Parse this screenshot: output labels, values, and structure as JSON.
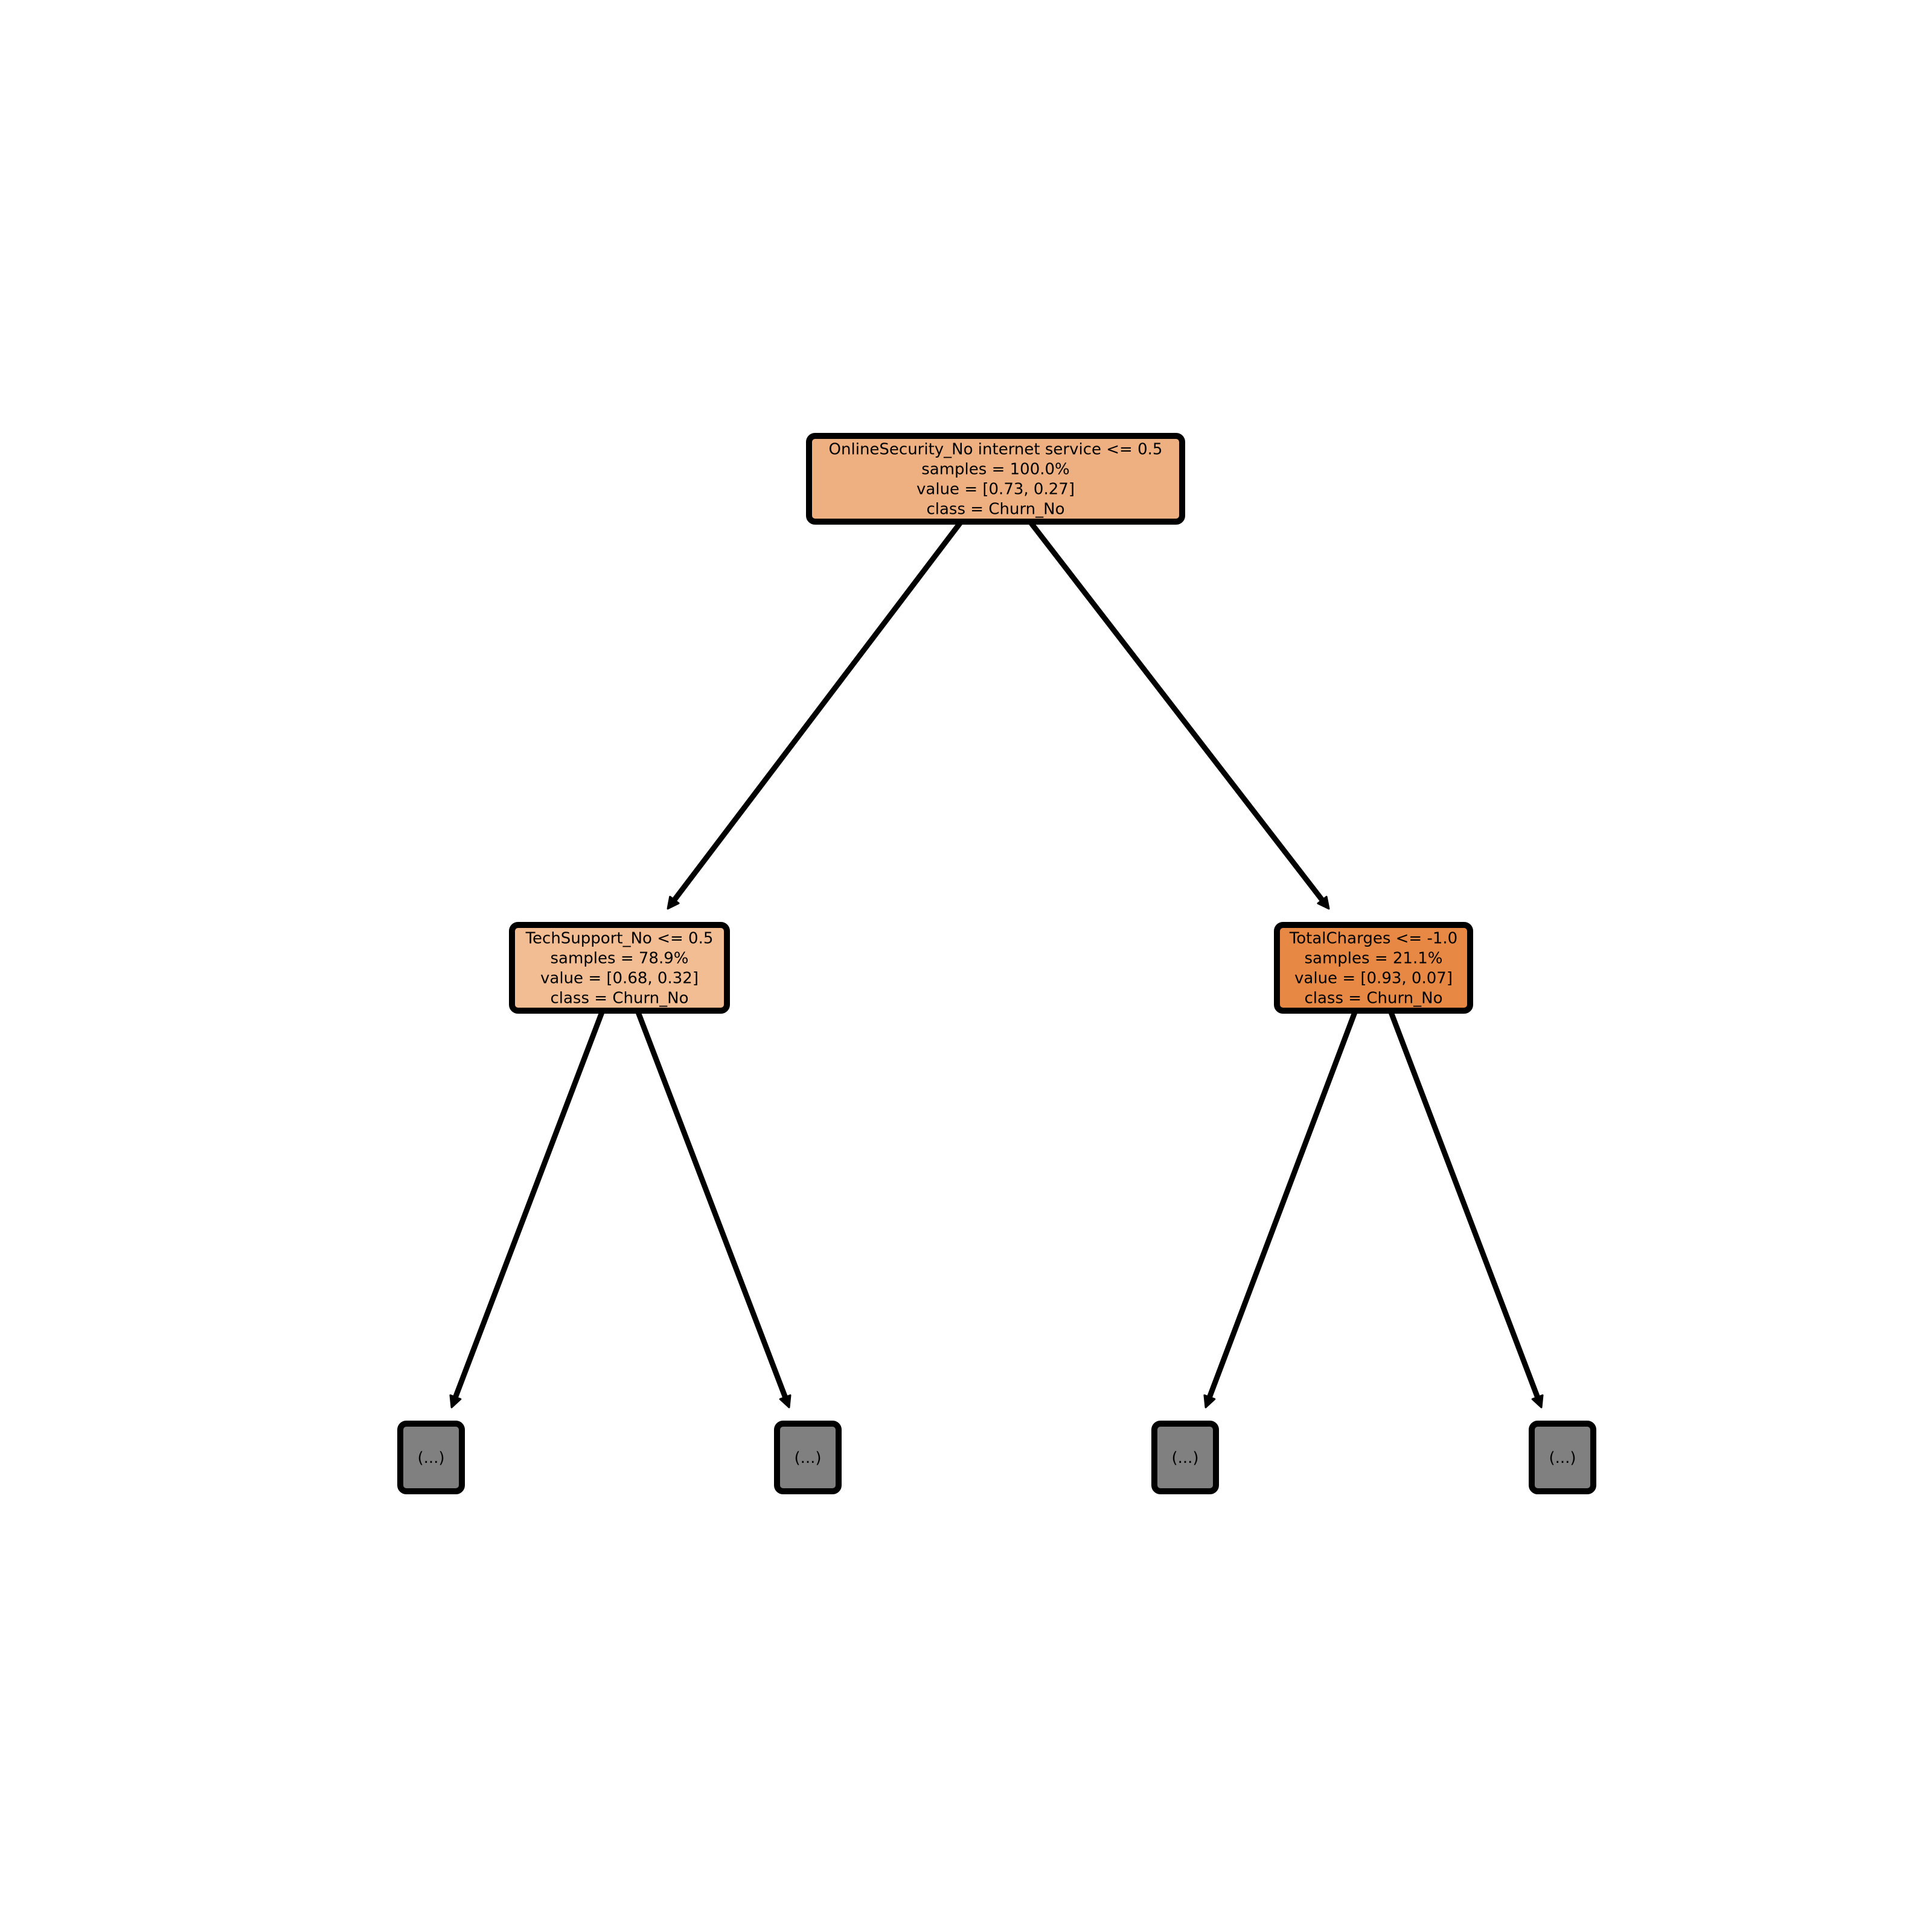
{
  "tree": {
    "nodes": [
      {
        "id": "root",
        "lines": [
          "OnlineSecurity_No internet service <= 0.5",
          "samples = 100.0%",
          "value = [0.73, 0.27]",
          "class = Churn_No"
        ],
        "fill": "#eeb081"
      },
      {
        "id": "left",
        "lines": [
          "TechSupport_No <= 0.5",
          "samples = 78.9%",
          "value = [0.68, 0.32]",
          "class = Churn_No"
        ],
        "fill": "#f3bd93"
      },
      {
        "id": "right",
        "lines": [
          "TotalCharges <= -1.0",
          "samples = 21.1%",
          "value = [0.93, 0.07]",
          "class = Churn_No"
        ],
        "fill": "#e78945"
      },
      {
        "id": "ll",
        "lines": [
          "(...)"
        ],
        "fill": "#808080"
      },
      {
        "id": "lr",
        "lines": [
          "(...)"
        ],
        "fill": "#808080"
      },
      {
        "id": "rl",
        "lines": [
          "(...)"
        ],
        "fill": "#808080"
      },
      {
        "id": "rr",
        "lines": [
          "(...)"
        ],
        "fill": "#808080"
      }
    ],
    "edges": [
      {
        "from": "root",
        "to": "left"
      },
      {
        "from": "root",
        "to": "right"
      },
      {
        "from": "left",
        "to": "ll"
      },
      {
        "from": "left",
        "to": "lr"
      },
      {
        "from": "right",
        "to": "rl"
      },
      {
        "from": "right",
        "to": "rr"
      }
    ]
  }
}
